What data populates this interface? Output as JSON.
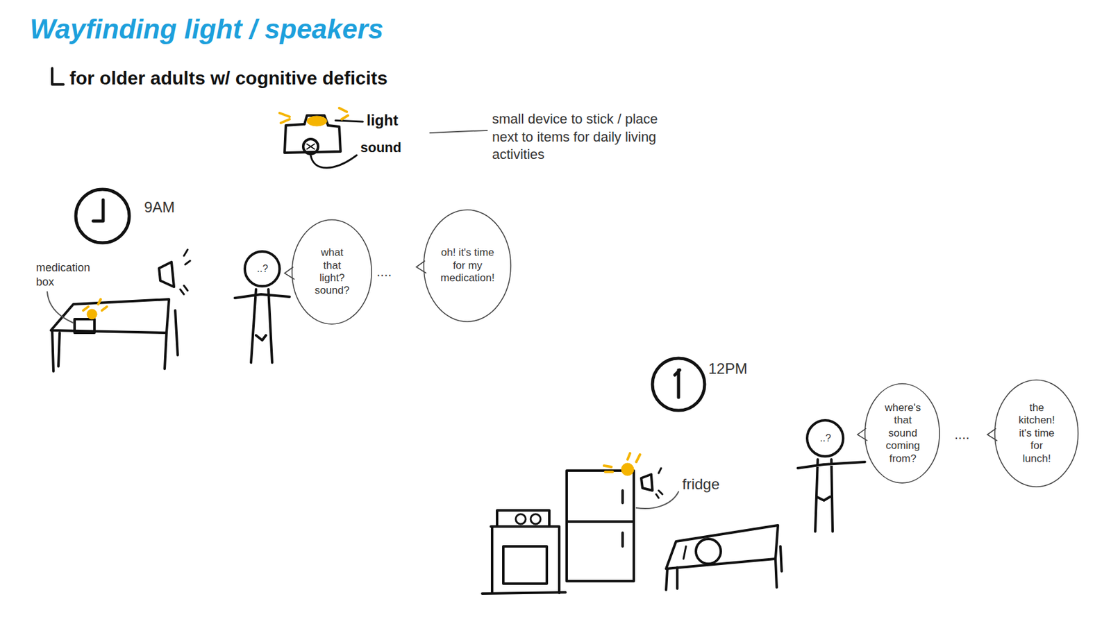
{
  "diagram": {
    "title": "Wayfinding light / speakers",
    "nodes": [
      {
        "text": [
          "..?"
        ]
      },
      {
        "text": [
          "what that light? sound?"
        ]
      },
      {
        "text": [
          "oh! it's time for my medication!"
        ]
      },
      {
        "text": [
          "..?"
        ]
      },
      {
        "text": [
          "where's that sound coming from?"
        ]
      },
      {
        "text": [
          "the kitchen! it's time for lunch!"
        ]
      }
    ],
    "labels": [
      "for older adults w/ cognitive deficits",
      "light",
      "sound",
      "small device to stick / place next to items for daily living activities",
      "9AM",
      "medication box",
      "....",
      "12PM",
      "fridge",
      "...."
    ]
  }
}
